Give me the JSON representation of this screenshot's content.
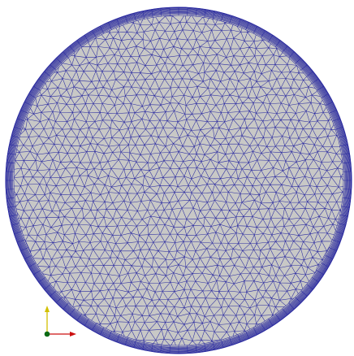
{
  "viewport": {
    "background_color": "#ffffff",
    "mesh": {
      "shape": "circular disk",
      "element_type": "triangle",
      "surface_color": "#c8c8c6",
      "edge_color": "#2a2aa0",
      "boundary_layers": 12
    },
    "orientation_axes": {
      "x_axis_color": "#cc1010",
      "y_axis_color": "#d2c000",
      "z_axis_color": "#0a6a14"
    }
  }
}
